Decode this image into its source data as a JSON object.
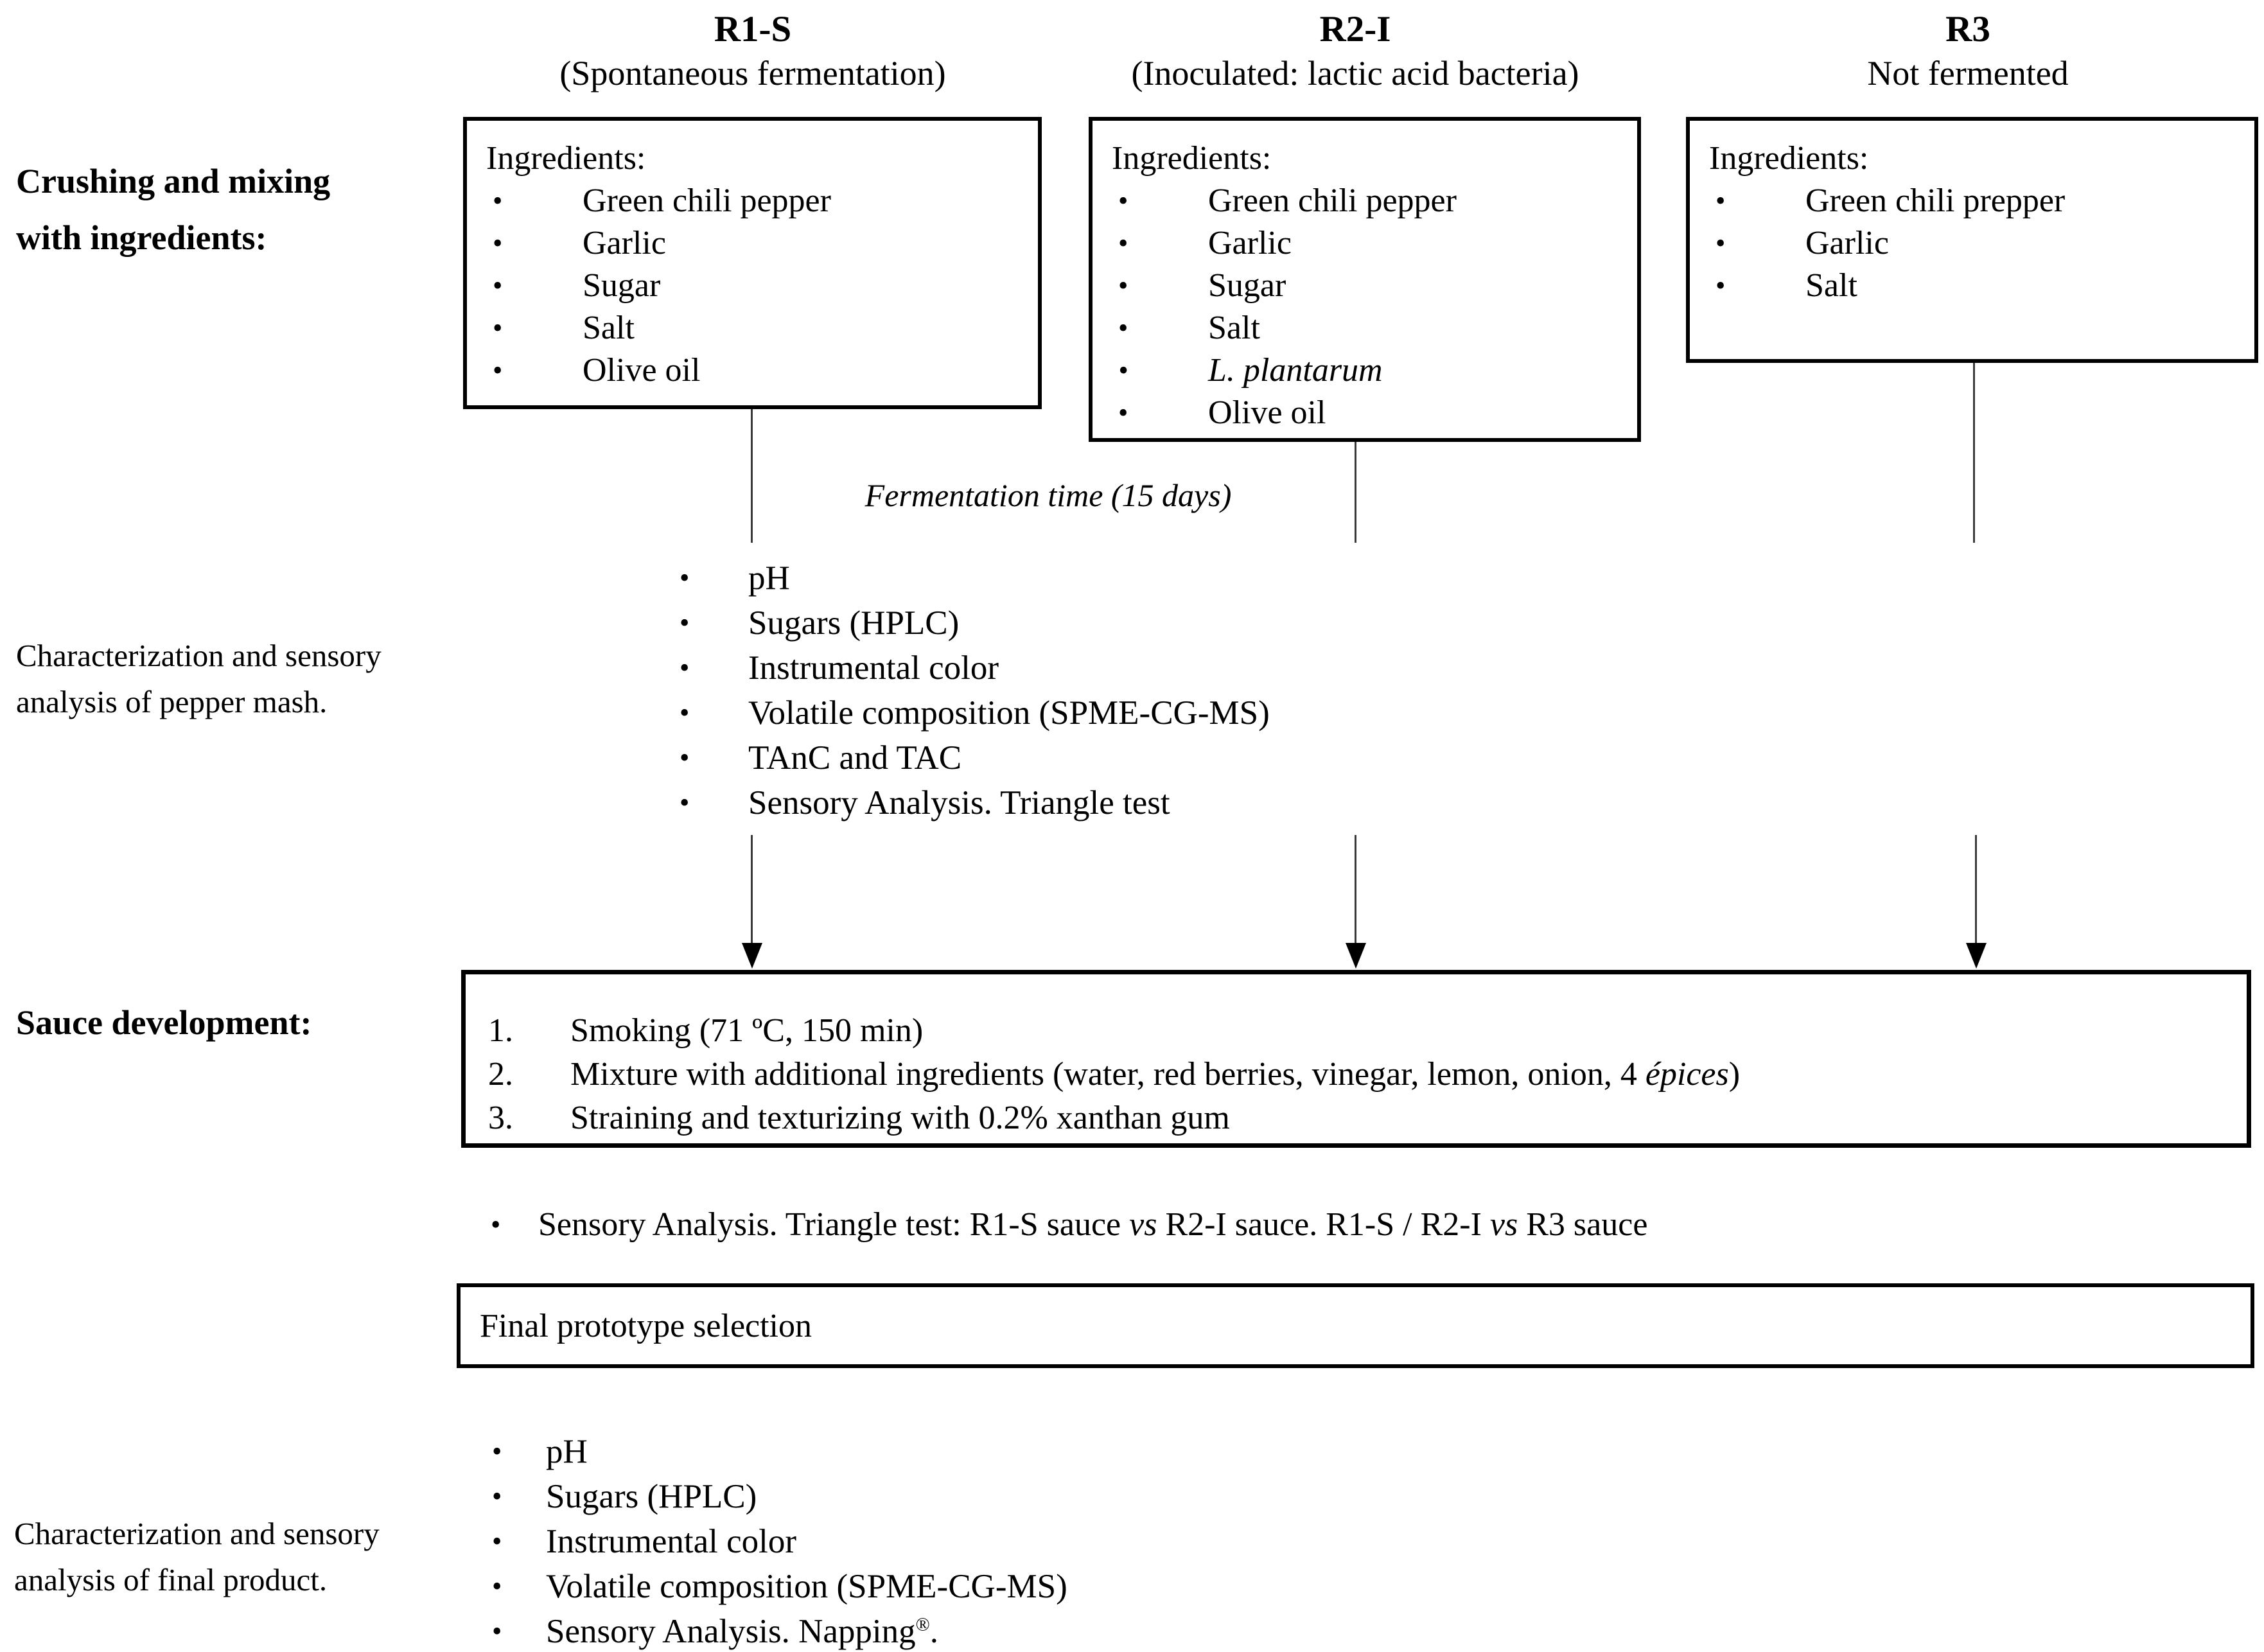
{
  "diagram": {
    "colors": {
      "text": "#000000",
      "background": "#ffffff",
      "connector": "#3a3a3a"
    },
    "columns": [
      {
        "title": "R1-S",
        "subtitle": "(Spontaneous fermentation)",
        "box": {
          "heading": "Ingredients:",
          "items": [
            "Green chili pepper",
            "Garlic",
            "Sugar",
            "Salt",
            "Olive oil"
          ]
        }
      },
      {
        "title": "R2-I",
        "subtitle": "(Inoculated: lactic acid bacteria)",
        "box": {
          "heading": "Ingredients:",
          "items": [
            "Green chili pepper",
            "Garlic",
            "Sugar",
            "Salt",
            "L. plantarum",
            "Olive oil"
          ]
        }
      },
      {
        "title": "R3",
        "subtitle": "Not fermented",
        "box": {
          "heading": "Ingredients:",
          "items": [
            "Green chili prepper",
            "Garlic",
            "Salt"
          ]
        }
      }
    ],
    "side_labels": {
      "crushing": "Crushing and mixing with ingredients:",
      "mash_analysis": "Characterization and sensory analysis of pepper mash.",
      "sauce_development": "Sauce development:",
      "final_analysis": "Characterization and sensory analysis of final product."
    },
    "fermentation_note": "Fermentation time (15 days)",
    "mash_analysis_items": [
      "pH",
      "Sugars (HPLC)",
      "Instrumental color",
      "Volatile composition (SPME-CG-MS)",
      "TAnC and TAC",
      "Sensory Analysis. Triangle test"
    ],
    "sauce_steps": {
      "numbers": [
        "1.",
        "2.",
        "3."
      ],
      "steps": [
        [
          {
            "t": "Smoking (71 ºC, 150 min)"
          }
        ],
        [
          {
            "t": "Mixture with additional ingredients (water, red berries, vinegar, lemon, onion, 4 "
          },
          {
            "t": "épices",
            "i": true
          },
          {
            "t": ")"
          }
        ],
        [
          {
            "t": "Straining and texturizing with 0.2% xanthan gum"
          }
        ]
      ]
    },
    "sauce_sensory_bullet": [
      {
        "t": "Sensory Analysis. Triangle test: R1-S sauce "
      },
      {
        "t": "vs",
        "i": true
      },
      {
        "t": " R2-I sauce. R1-S / R2-I "
      },
      {
        "t": "vs",
        "i": true
      },
      {
        "t": " R3 sauce"
      }
    ],
    "final_prototype_box": "Final prototype selection",
    "final_analysis_items": [
      "pH",
      "Sugars (HPLC)",
      "Instrumental color",
      "Volatile composition (SPME-CG-MS)"
    ],
    "final_sensory_item": [
      {
        "t": "Sensory Analysis. Napping"
      },
      {
        "t": "®",
        "s": true
      },
      {
        "t": "."
      }
    ]
  }
}
